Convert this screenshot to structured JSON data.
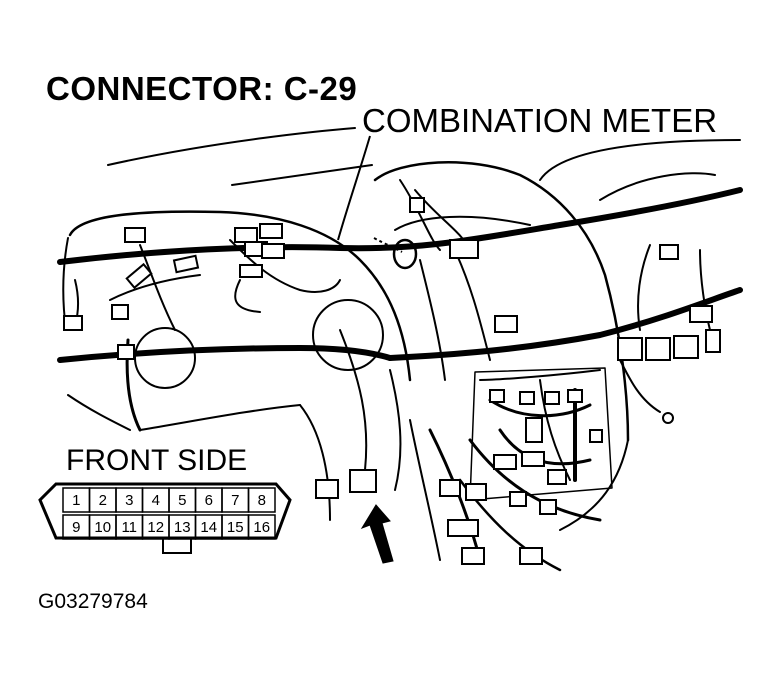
{
  "diagram": {
    "title": "CONNECTOR: C-29",
    "callout_label": "COMBINATION METER",
    "connector_view_label": "FRONT SIDE",
    "figure_id": "G03279784",
    "connector_pins": {
      "top_row": [
        "1",
        "2",
        "3",
        "4",
        "5",
        "6",
        "7",
        "8"
      ],
      "bottom_row": [
        "9",
        "10",
        "11",
        "12",
        "13",
        "14",
        "15",
        "16"
      ]
    }
  }
}
